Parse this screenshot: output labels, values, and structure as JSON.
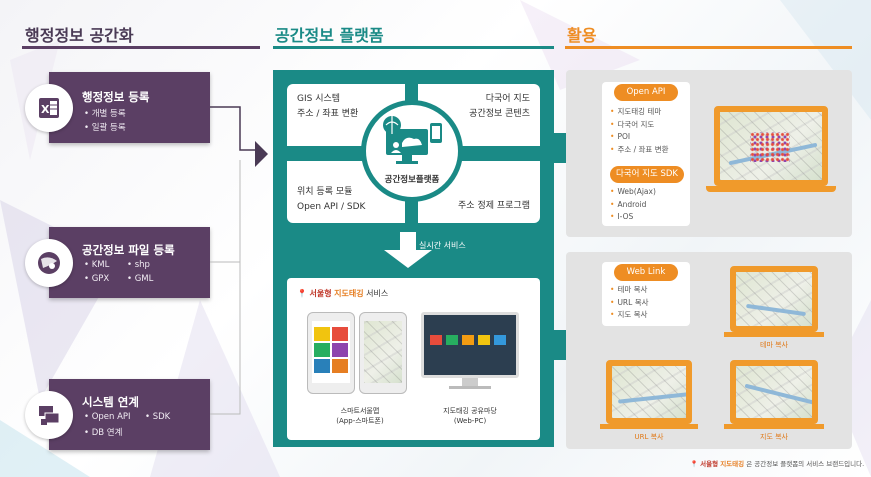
{
  "headers": {
    "col1": "행정정보 공간화",
    "col2": "공간정보 플랫폼",
    "col3": "활용"
  },
  "sources": [
    {
      "title": "행정정보 등록",
      "lines": [
        "• 개별 등록",
        "• 일괄 등록"
      ]
    },
    {
      "title": "공간정보 파일 등록",
      "lines": [
        "• KML",
        "• shp",
        "• GPX",
        "• GML"
      ]
    },
    {
      "title": "시스템 연계",
      "lines": [
        "• Open API",
        "• SDK",
        "• DB 연계"
      ]
    }
  ],
  "platform": {
    "q1": [
      "GIS 시스템",
      "주소 / 좌표 변환"
    ],
    "q2": [
      "다국어 지도",
      "공간정보 콘텐츠"
    ],
    "q3": [
      "위치 등록 모듈",
      "Open API / SDK"
    ],
    "q4": [
      "주소 정제 프로그램"
    ],
    "center_label": "공간정보플랫폼",
    "realtime": "실시간 서비스",
    "service_brand": "서울형",
    "service_brand2": "지도태깅",
    "service_suffix": "서비스",
    "phone_caption": [
      "스마트서울맵",
      "(App-스마트폰)"
    ],
    "monitor_caption": [
      "지도태깅 공유마당",
      "(Web-PC)"
    ]
  },
  "usage_top": {
    "openapi_label": "Open API",
    "openapi_items": [
      "지도태깅 테마",
      "다국어 지도",
      "POI",
      "주소 / 좌표 변환"
    ],
    "sdk_label": "다국어 지도 SDK",
    "sdk_items": [
      "Web(Ajax)",
      "Android",
      "I-OS"
    ]
  },
  "usage_bottom": {
    "weblink_label": "Web Link",
    "weblink_items": [
      "테마 복사",
      "URL 복사",
      "지도 복사"
    ],
    "cap_theme": "테마 복사",
    "cap_url": "URL 복사",
    "cap_map": "지도 복사"
  },
  "footer": {
    "brand": "서울형",
    "brand2": "지도태깅",
    "text": "은 공간정보 플랫폼의 서비스 브랜드입니다."
  },
  "colors": {
    "purple": "#5b3f64",
    "teal": "#1a8a86",
    "orange": "#ee8d23"
  }
}
